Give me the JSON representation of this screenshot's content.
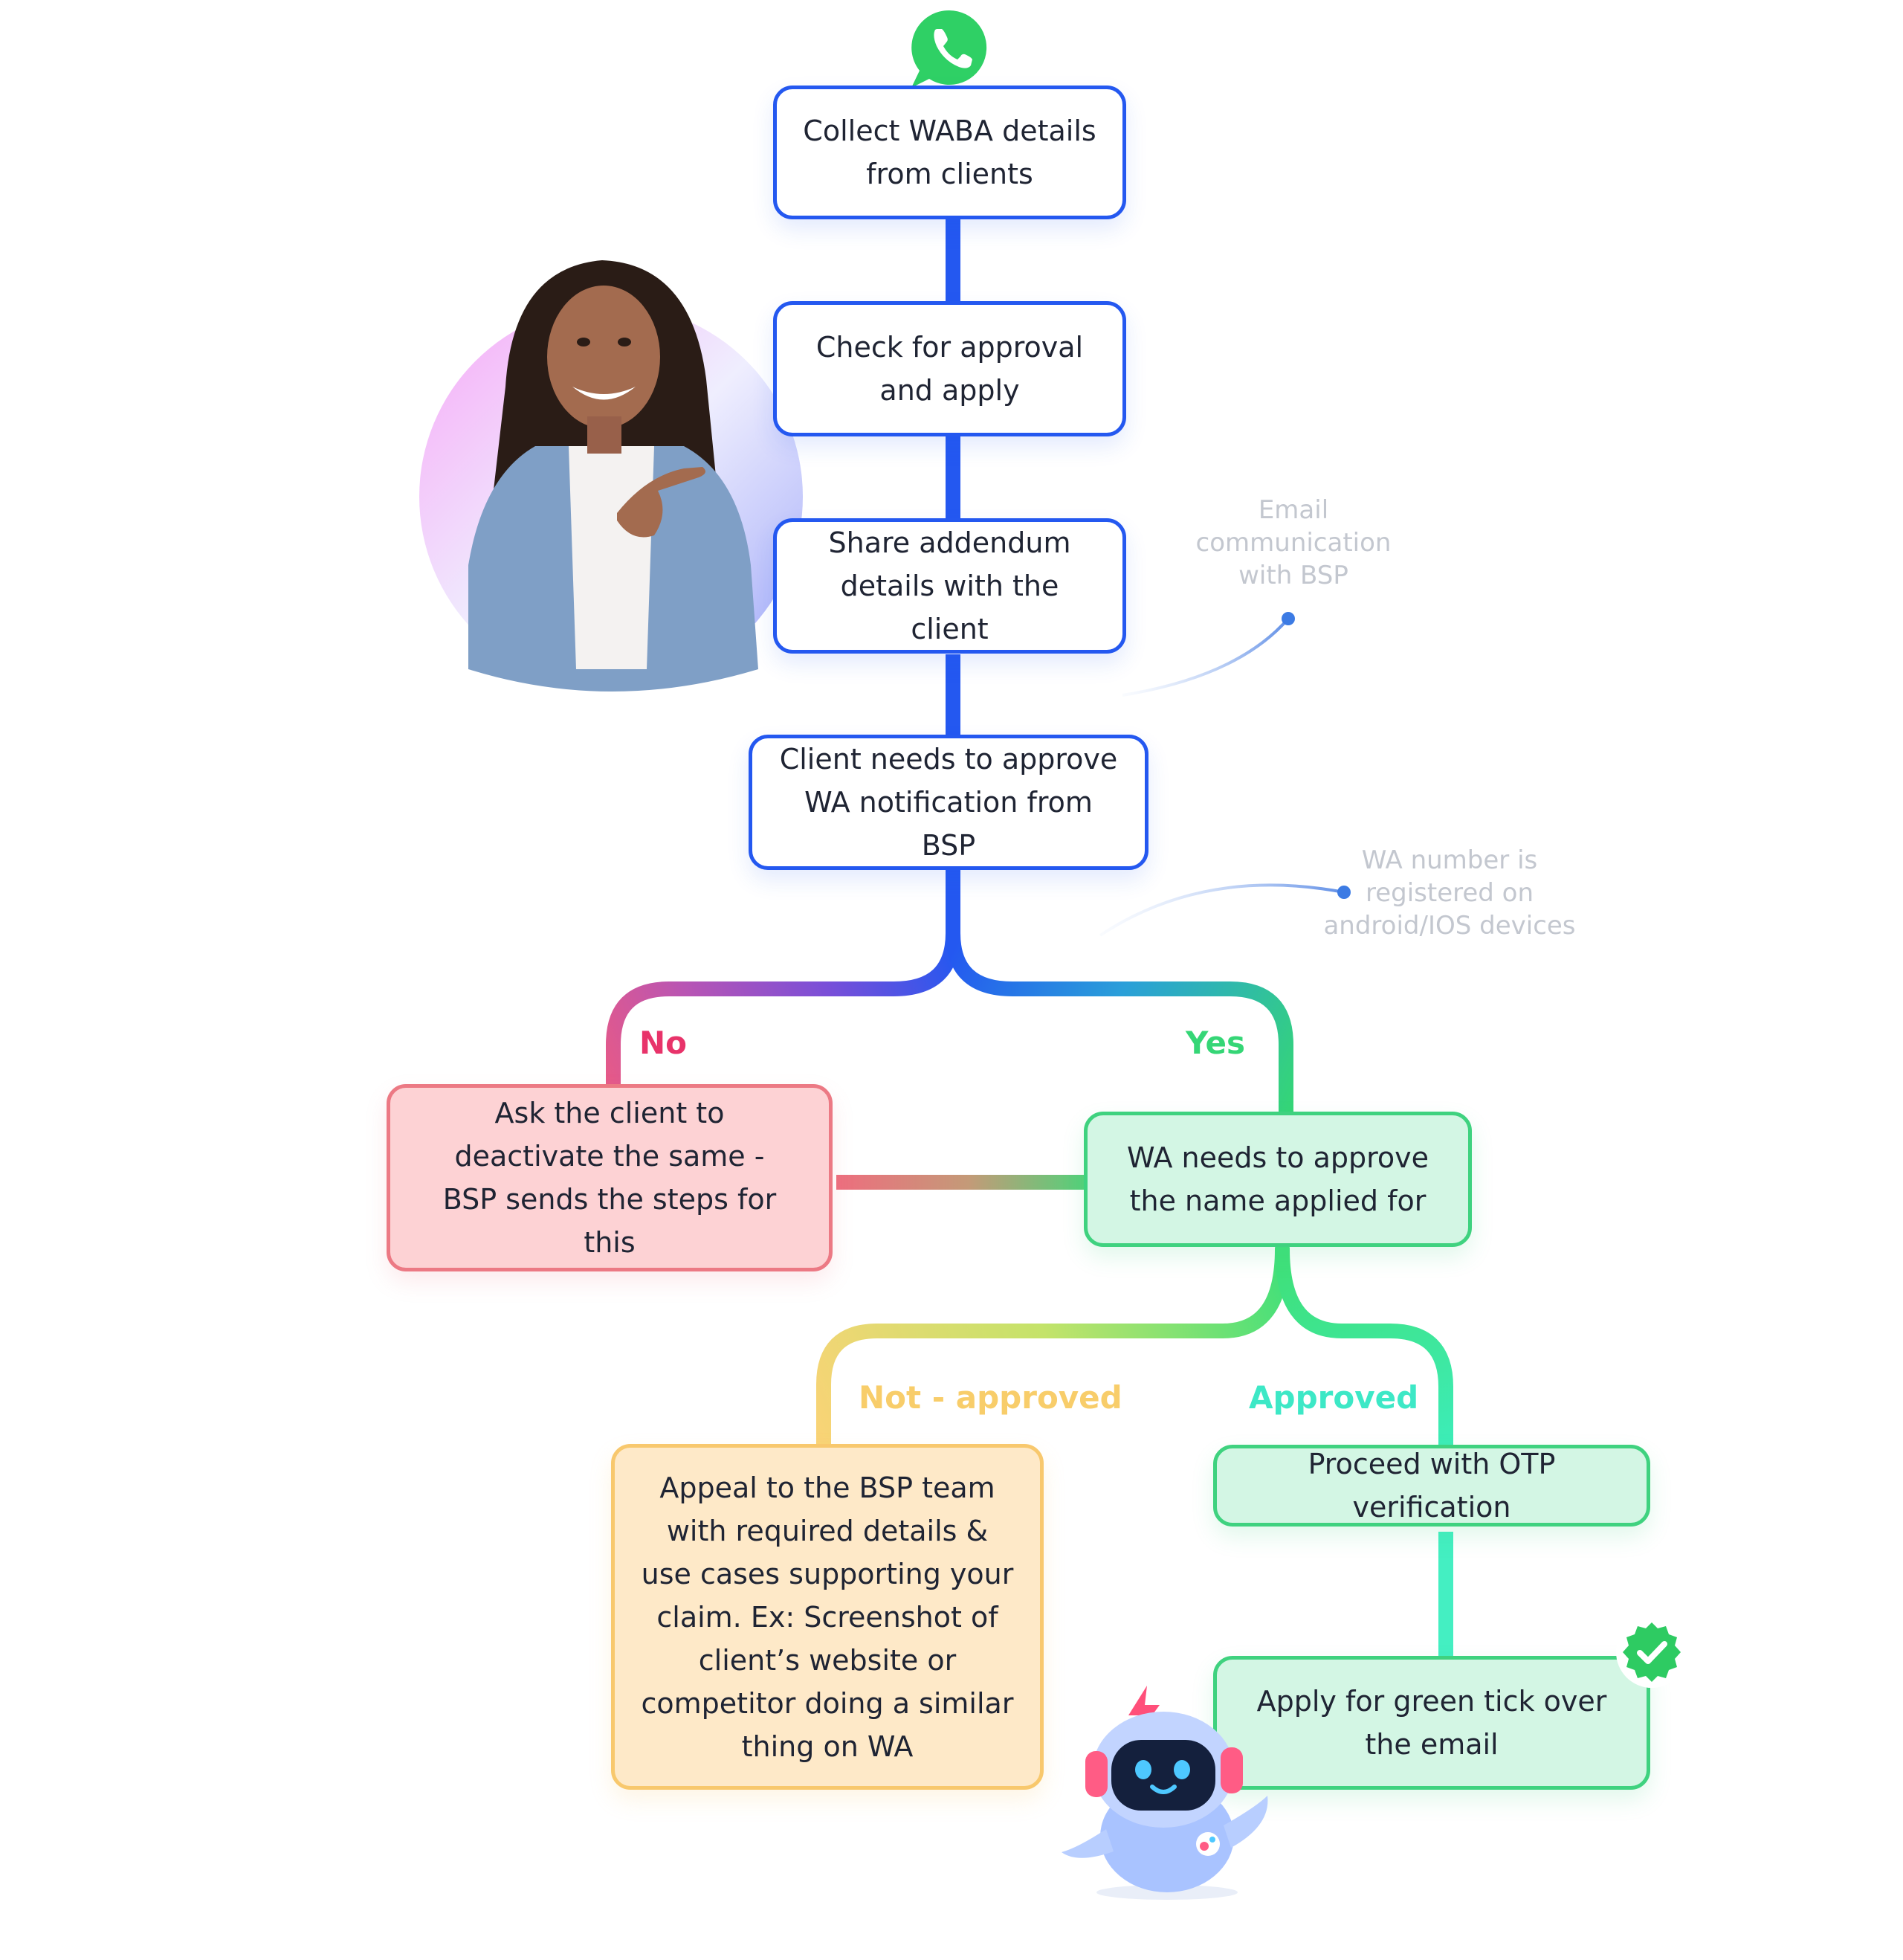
{
  "steps": {
    "collect": "Collect WABA details from clients",
    "check": "Check for approval and apply",
    "share": "Share addendum details with the client",
    "client_approve": "Client needs to approve WA notification from BSP",
    "deactivate": "Ask the client to deactivate the same - BSP sends the steps for this",
    "wa_approve": "WA needs to approve the name applied for",
    "appeal": "Appeal to the BSP team with required details & use cases supporting your claim. Ex: Screenshot of client’s website or competitor doing a similar thing on WA",
    "otp": "Proceed with OTP verification",
    "green_tick": "Apply for green tick over the email"
  },
  "branches": {
    "no": "No",
    "yes": "Yes",
    "not_approved": "Not - approved",
    "approved": "Approved"
  },
  "notes": {
    "email": "Email communication with BSP",
    "wa_number": "WA number is registered on android/IOS devices"
  },
  "colors": {
    "blue": "#2458f0",
    "red": "#ec7984",
    "no_label": "#e8336a",
    "green": "#3fd27f",
    "yes_label": "#35d676",
    "yellow": "#f8c86d",
    "approved_label": "#3de8c6"
  },
  "icons": {
    "top": "whatsapp-icon",
    "person": "woman-pointing-photo",
    "robot": "robot-mascot",
    "verified": "verified-check-icon"
  }
}
